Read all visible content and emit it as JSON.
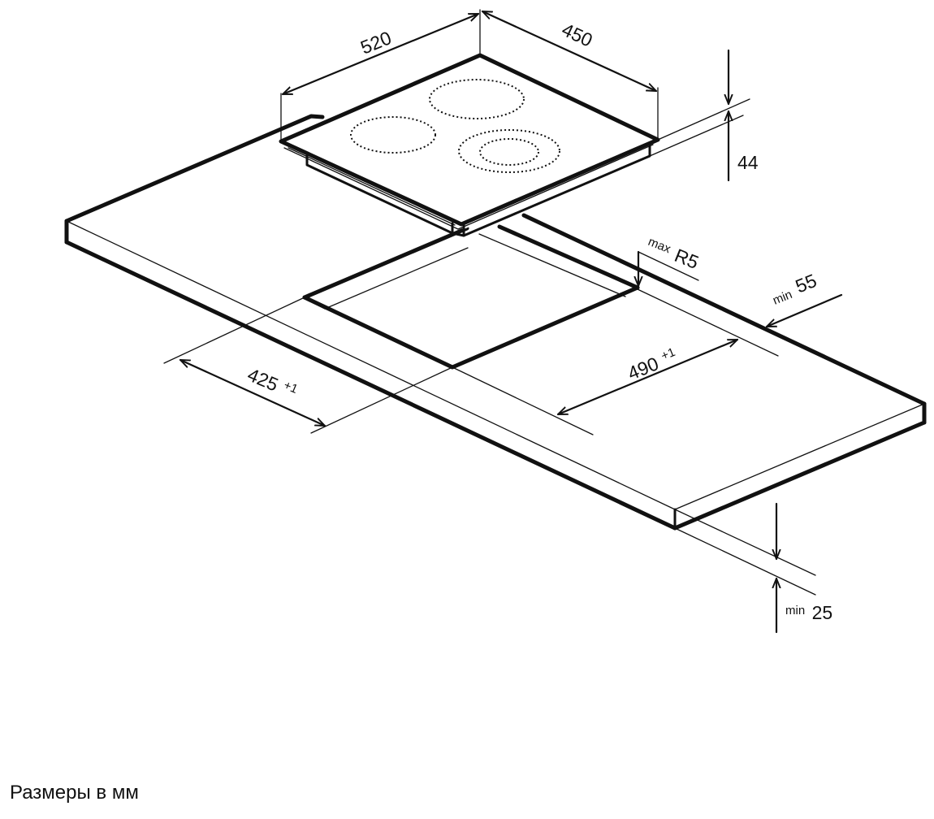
{
  "units_caption": "Размеры в мм",
  "dimensions": {
    "hob_width": "520",
    "hob_depth": "450",
    "hob_height": "44",
    "corner_radius_prefix": "max",
    "corner_radius": "R5",
    "border_prefix": "min",
    "border": "55",
    "cutout_depth": "425",
    "cutout_depth_tol": "+1",
    "cutout_width": "490",
    "cutout_width_tol": "+1",
    "worktop_prefix": "min",
    "worktop_thickness": "25"
  }
}
